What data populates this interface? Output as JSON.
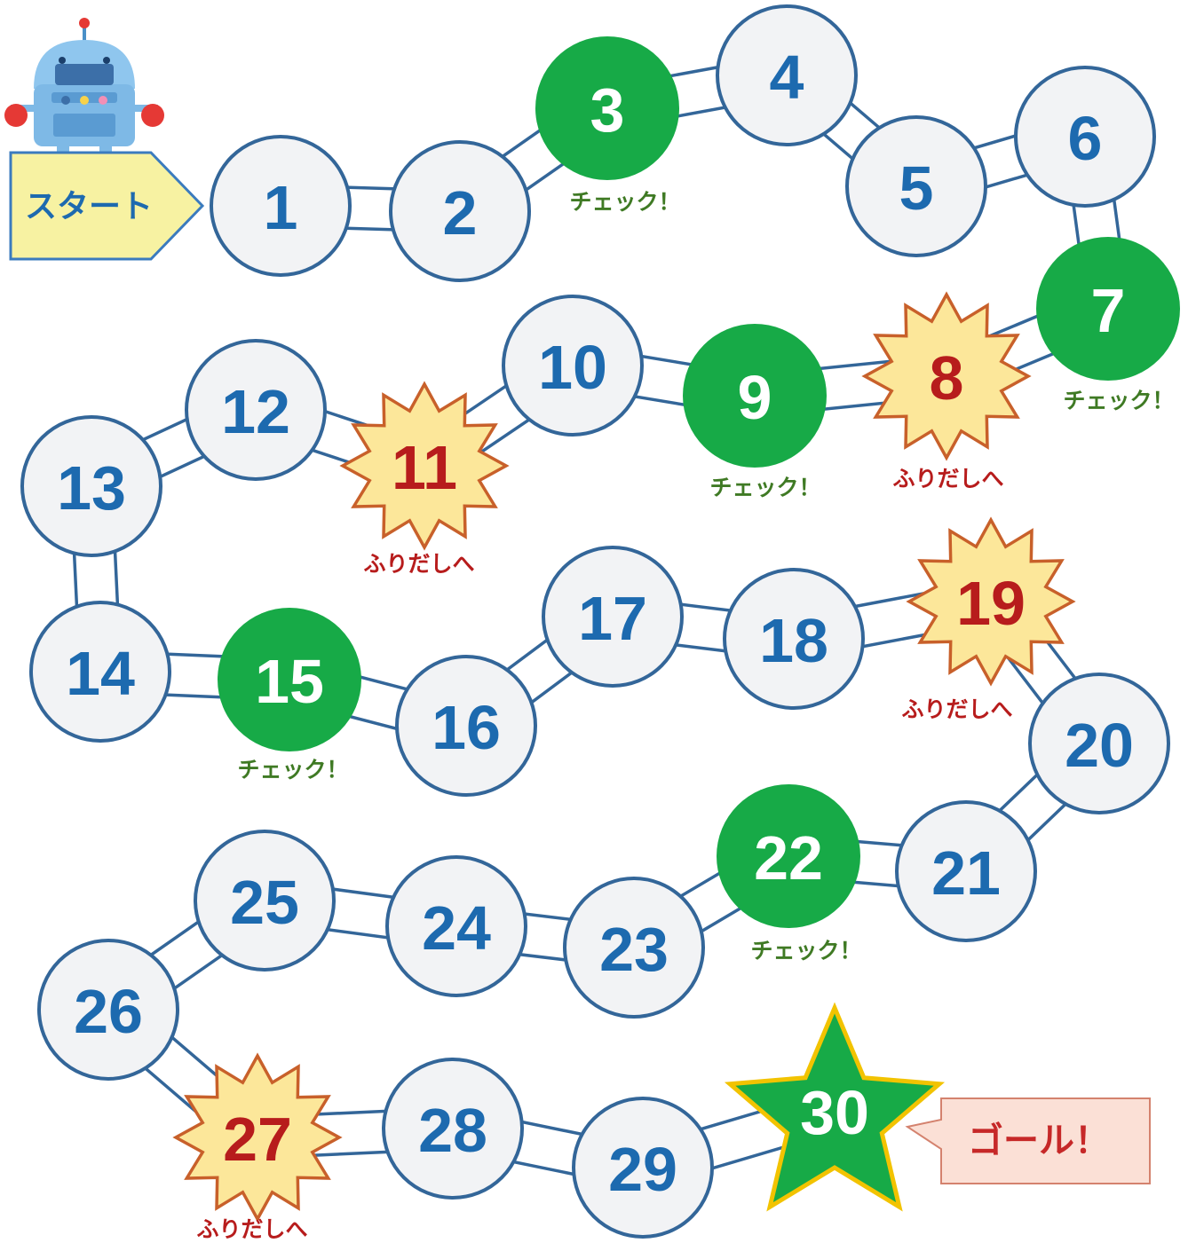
{
  "start": {
    "label": "スタート"
  },
  "goal": {
    "label": "ゴール！"
  },
  "check_label": "チェック！",
  "back_label": "ふりだしへ",
  "colors": {
    "normal_fill": "#F2F3F5",
    "outline": "#336699",
    "number_blue": "#1D6AAF",
    "check_green": "#17AA47",
    "check_label": "#3F7A24",
    "back_fill": "#FCE79A",
    "back_stroke": "#C8602A",
    "back_text": "#B71C1C",
    "goal_star_stroke": "#F2C300",
    "start_fill": "#F7F2A2",
    "start_stroke": "#3B7BBE",
    "goal_box_fill": "#FBE0D6",
    "goal_box_stroke": "#D4826E"
  },
  "squares": [
    {
      "n": "1",
      "type": "normal"
    },
    {
      "n": "2",
      "type": "normal"
    },
    {
      "n": "3",
      "type": "check"
    },
    {
      "n": "4",
      "type": "normal"
    },
    {
      "n": "5",
      "type": "normal"
    },
    {
      "n": "6",
      "type": "normal"
    },
    {
      "n": "7",
      "type": "check"
    },
    {
      "n": "8",
      "type": "back"
    },
    {
      "n": "9",
      "type": "check"
    },
    {
      "n": "10",
      "type": "normal"
    },
    {
      "n": "11",
      "type": "back"
    },
    {
      "n": "12",
      "type": "normal"
    },
    {
      "n": "13",
      "type": "normal"
    },
    {
      "n": "14",
      "type": "normal"
    },
    {
      "n": "15",
      "type": "check"
    },
    {
      "n": "16",
      "type": "normal"
    },
    {
      "n": "17",
      "type": "normal"
    },
    {
      "n": "18",
      "type": "normal"
    },
    {
      "n": "19",
      "type": "back"
    },
    {
      "n": "20",
      "type": "normal"
    },
    {
      "n": "21",
      "type": "normal"
    },
    {
      "n": "22",
      "type": "check"
    },
    {
      "n": "23",
      "type": "normal"
    },
    {
      "n": "24",
      "type": "normal"
    },
    {
      "n": "25",
      "type": "normal"
    },
    {
      "n": "26",
      "type": "normal"
    },
    {
      "n": "27",
      "type": "back"
    },
    {
      "n": "28",
      "type": "normal"
    },
    {
      "n": "29",
      "type": "normal"
    },
    {
      "n": "30",
      "type": "goal"
    }
  ]
}
